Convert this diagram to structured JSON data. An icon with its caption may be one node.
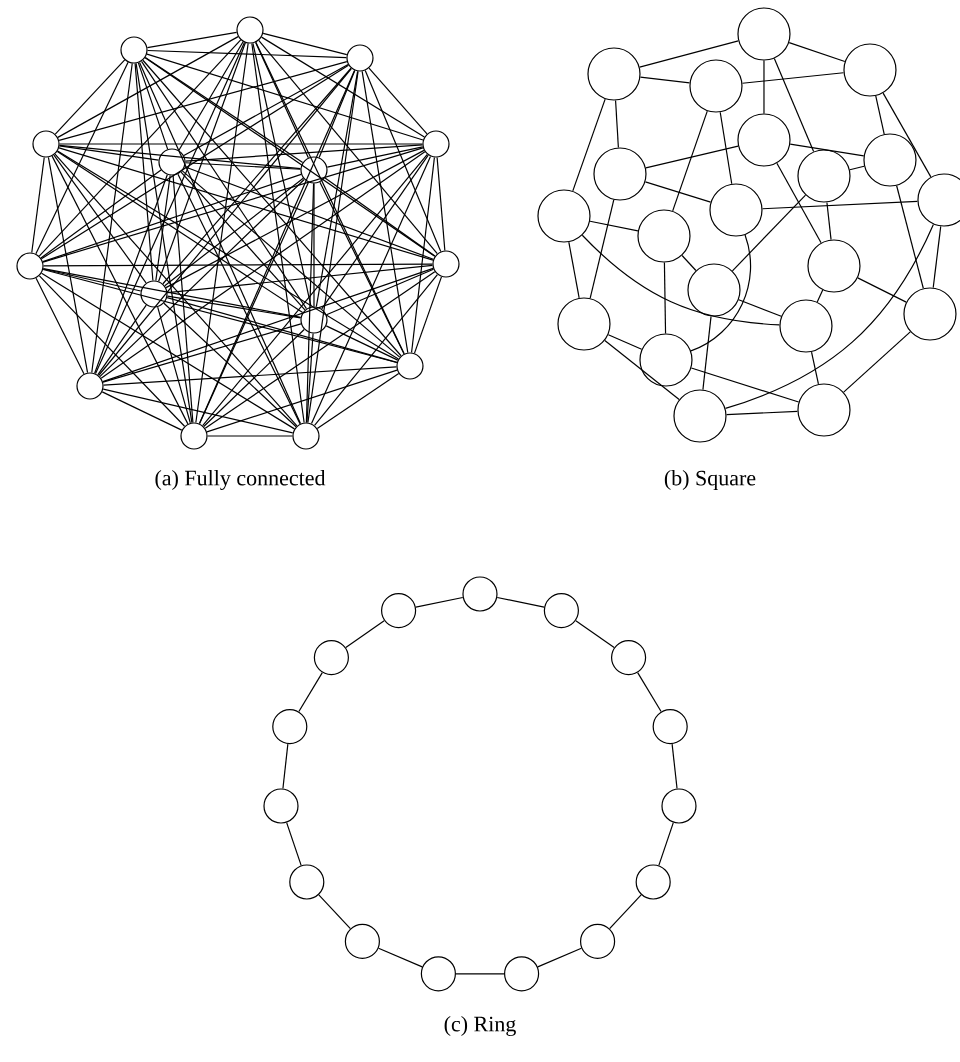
{
  "diagram": {
    "nodes": [
      {
        "text": [],
        "shape": "circle"
      },
      {
        "text": [],
        "shape": "circle"
      },
      {
        "text": [],
        "shape": "circle"
      },
      {
        "text": [],
        "shape": "circle"
      },
      {
        "text": [],
        "shape": "circle"
      },
      {
        "text": [],
        "shape": "circle"
      },
      {
        "text": [],
        "shape": "circle"
      },
      {
        "text": [],
        "shape": "circle"
      },
      {
        "text": [],
        "shape": "circle"
      },
      {
        "text": [],
        "shape": "circle"
      },
      {
        "text": [],
        "shape": "circle"
      },
      {
        "text": [],
        "shape": "circle"
      },
      {
        "text": [],
        "shape": "circle"
      },
      {
        "text": [],
        "shape": "circle"
      },
      {
        "text": [],
        "shape": "circle"
      },
      {
        "text": [],
        "shape": "circle"
      },
      {
        "text": [],
        "shape": "circle"
      },
      {
        "text": [],
        "shape": "circle"
      },
      {
        "text": [],
        "shape": "circle"
      },
      {
        "text": [],
        "shape": "circle"
      },
      {
        "text": [],
        "shape": "circle"
      },
      {
        "text": [],
        "shape": "circle"
      },
      {
        "text": [],
        "shape": "circle"
      },
      {
        "text": [],
        "shape": "circle"
      },
      {
        "text": [],
        "shape": "circle"
      },
      {
        "text": [],
        "shape": "circle"
      },
      {
        "text": [],
        "shape": "circle"
      },
      {
        "text": [],
        "shape": "circle"
      },
      {
        "text": [],
        "shape": "circle"
      },
      {
        "text": [],
        "shape": "circle"
      },
      {
        "text": [],
        "shape": "circle"
      },
      {
        "text": [],
        "shape": "circle"
      },
      {
        "text": [],
        "shape": "circle"
      },
      {
        "text": [],
        "shape": "circle"
      },
      {
        "text": [],
        "shape": "circle"
      },
      {
        "text": [],
        "shape": "circle"
      },
      {
        "text": [],
        "shape": "circle"
      },
      {
        "text": [],
        "shape": "circle"
      },
      {
        "text": [],
        "shape": "circle"
      },
      {
        "text": [],
        "shape": "circle"
      },
      {
        "text": [],
        "shape": "circle"
      },
      {
        "text": [],
        "shape": "circle"
      },
      {
        "text": [],
        "shape": "circle"
      },
      {
        "text": [],
        "shape": "circle"
      },
      {
        "text": [],
        "shape": "circle"
      },
      {
        "text": [],
        "shape": "circle"
      },
      {
        "text": [],
        "shape": "circle"
      },
      {
        "text": [],
        "shape": "circle"
      },
      {
        "text": [],
        "shape": "circle"
      },
      {
        "text": [],
        "shape": "circle"
      }
    ],
    "edges": [
      {
        "from": 0,
        "to": 1,
        "arrow": "none"
      },
      {
        "from": 0,
        "to": 2,
        "arrow": "none"
      },
      {
        "from": 0,
        "to": 3,
        "arrow": "none"
      },
      {
        "from": 0,
        "to": 4,
        "arrow": "none"
      },
      {
        "from": 0,
        "to": 5,
        "arrow": "none"
      },
      {
        "from": 0,
        "to": 6,
        "arrow": "none"
      },
      {
        "from": 0,
        "to": 7,
        "arrow": "none"
      },
      {
        "from": 0,
        "to": 8,
        "arrow": "none"
      },
      {
        "from": 0,
        "to": 9,
        "arrow": "none"
      },
      {
        "from": 0,
        "to": 10,
        "arrow": "none"
      },
      {
        "from": 0,
        "to": 11,
        "arrow": "none"
      },
      {
        "from": 0,
        "to": 12,
        "arrow": "none"
      },
      {
        "from": 0,
        "to": 13,
        "arrow": "none"
      },
      {
        "from": 0,
        "to": 14,
        "arrow": "none"
      },
      {
        "from": 1,
        "to": 2,
        "arrow": "none"
      },
      {
        "from": 1,
        "to": 3,
        "arrow": "none"
      },
      {
        "from": 1,
        "to": 4,
        "arrow": "none"
      },
      {
        "from": 1,
        "to": 5,
        "arrow": "none"
      },
      {
        "from": 1,
        "to": 6,
        "arrow": "none"
      },
      {
        "from": 1,
        "to": 7,
        "arrow": "none"
      },
      {
        "from": 1,
        "to": 8,
        "arrow": "none"
      },
      {
        "from": 1,
        "to": 9,
        "arrow": "none"
      },
      {
        "from": 1,
        "to": 10,
        "arrow": "none"
      },
      {
        "from": 1,
        "to": 11,
        "arrow": "none"
      },
      {
        "from": 1,
        "to": 12,
        "arrow": "none"
      },
      {
        "from": 1,
        "to": 13,
        "arrow": "none"
      },
      {
        "from": 1,
        "to": 14,
        "arrow": "none"
      },
      {
        "from": 2,
        "to": 3,
        "arrow": "none"
      },
      {
        "from": 2,
        "to": 4,
        "arrow": "none"
      },
      {
        "from": 2,
        "to": 5,
        "arrow": "none"
      },
      {
        "from": 2,
        "to": 6,
        "arrow": "none"
      },
      {
        "from": 2,
        "to": 7,
        "arrow": "none"
      },
      {
        "from": 2,
        "to": 8,
        "arrow": "none"
      },
      {
        "from": 2,
        "to": 9,
        "arrow": "none"
      },
      {
        "from": 2,
        "to": 10,
        "arrow": "none"
      },
      {
        "from": 2,
        "to": 11,
        "arrow": "none"
      },
      {
        "from": 2,
        "to": 12,
        "arrow": "none"
      },
      {
        "from": 2,
        "to": 13,
        "arrow": "none"
      },
      {
        "from": 2,
        "to": 14,
        "arrow": "none"
      },
      {
        "from": 3,
        "to": 4,
        "arrow": "none"
      },
      {
        "from": 3,
        "to": 5,
        "arrow": "none"
      },
      {
        "from": 3,
        "to": 6,
        "arrow": "none"
      },
      {
        "from": 3,
        "to": 7,
        "arrow": "none"
      },
      {
        "from": 3,
        "to": 8,
        "arrow": "none"
      },
      {
        "from": 3,
        "to": 9,
        "arrow": "none"
      },
      {
        "from": 3,
        "to": 10,
        "arrow": "none"
      },
      {
        "from": 3,
        "to": 11,
        "arrow": "none"
      },
      {
        "from": 3,
        "to": 12,
        "arrow": "none"
      },
      {
        "from": 3,
        "to": 13,
        "arrow": "none"
      },
      {
        "from": 3,
        "to": 14,
        "arrow": "none"
      },
      {
        "from": 4,
        "to": 5,
        "arrow": "none"
      },
      {
        "from": 4,
        "to": 6,
        "arrow": "none"
      },
      {
        "from": 4,
        "to": 7,
        "arrow": "none"
      },
      {
        "from": 4,
        "to": 8,
        "arrow": "none"
      },
      {
        "from": 4,
        "to": 9,
        "arrow": "none"
      },
      {
        "from": 4,
        "to": 10,
        "arrow": "none"
      },
      {
        "from": 4,
        "to": 11,
        "arrow": "none"
      },
      {
        "from": 4,
        "to": 12,
        "arrow": "none"
      },
      {
        "from": 4,
        "to": 13,
        "arrow": "none"
      },
      {
        "from": 4,
        "to": 14,
        "arrow": "none"
      },
      {
        "from": 5,
        "to": 6,
        "arrow": "none"
      },
      {
        "from": 5,
        "to": 7,
        "arrow": "none"
      },
      {
        "from": 5,
        "to": 8,
        "arrow": "none"
      },
      {
        "from": 5,
        "to": 9,
        "arrow": "none"
      },
      {
        "from": 5,
        "to": 10,
        "arrow": "none"
      },
      {
        "from": 5,
        "to": 11,
        "arrow": "none"
      },
      {
        "from": 5,
        "to": 12,
        "arrow": "none"
      },
      {
        "from": 5,
        "to": 13,
        "arrow": "none"
      },
      {
        "from": 5,
        "to": 14,
        "arrow": "none"
      },
      {
        "from": 6,
        "to": 7,
        "arrow": "none"
      },
      {
        "from": 6,
        "to": 8,
        "arrow": "none"
      },
      {
        "from": 6,
        "to": 9,
        "arrow": "none"
      },
      {
        "from": 6,
        "to": 10,
        "arrow": "none"
      },
      {
        "from": 6,
        "to": 11,
        "arrow": "none"
      },
      {
        "from": 6,
        "to": 12,
        "arrow": "none"
      },
      {
        "from": 6,
        "to": 13,
        "arrow": "none"
      },
      {
        "from": 6,
        "to": 14,
        "arrow": "none"
      },
      {
        "from": 7,
        "to": 8,
        "arrow": "none"
      },
      {
        "from": 7,
        "to": 9,
        "arrow": "none"
      },
      {
        "from": 7,
        "to": 10,
        "arrow": "none"
      },
      {
        "from": 7,
        "to": 11,
        "arrow": "none"
      },
      {
        "from": 7,
        "to": 12,
        "arrow": "none"
      },
      {
        "from": 7,
        "to": 13,
        "arrow": "none"
      },
      {
        "from": 7,
        "to": 14,
        "arrow": "none"
      },
      {
        "from": 8,
        "to": 9,
        "arrow": "none"
      },
      {
        "from": 8,
        "to": 10,
        "arrow": "none"
      },
      {
        "from": 8,
        "to": 11,
        "arrow": "none"
      },
      {
        "from": 8,
        "to": 12,
        "arrow": "none"
      },
      {
        "from": 8,
        "to": 13,
        "arrow": "none"
      },
      {
        "from": 8,
        "to": 14,
        "arrow": "none"
      },
      {
        "from": 9,
        "to": 10,
        "arrow": "none"
      },
      {
        "from": 9,
        "to": 11,
        "arrow": "none"
      },
      {
        "from": 9,
        "to": 12,
        "arrow": "none"
      },
      {
        "from": 9,
        "to": 13,
        "arrow": "none"
      },
      {
        "from": 9,
        "to": 14,
        "arrow": "none"
      },
      {
        "from": 10,
        "to": 11,
        "arrow": "none"
      },
      {
        "from": 10,
        "to": 12,
        "arrow": "none"
      },
      {
        "from": 10,
        "to": 13,
        "arrow": "none"
      },
      {
        "from": 10,
        "to": 14,
        "arrow": "none"
      },
      {
        "from": 11,
        "to": 12,
        "arrow": "none"
      },
      {
        "from": 11,
        "to": 13,
        "arrow": "none"
      },
      {
        "from": 11,
        "to": 14,
        "arrow": "none"
      },
      {
        "from": 12,
        "to": 13,
        "arrow": "none"
      },
      {
        "from": 12,
        "to": 14,
        "arrow": "none"
      },
      {
        "from": 13,
        "to": 14,
        "arrow": "none"
      },
      {
        "from": 15,
        "to": 16,
        "arrow": "none"
      },
      {
        "from": 15,
        "to": 18,
        "arrow": "none"
      },
      {
        "from": 15,
        "to": 19,
        "arrow": "none"
      },
      {
        "from": 15,
        "to": 22,
        "arrow": "none"
      },
      {
        "from": 16,
        "to": 17,
        "arrow": "none"
      },
      {
        "from": 16,
        "to": 20,
        "arrow": "none"
      },
      {
        "from": 16,
        "to": 23,
        "arrow": "none"
      },
      {
        "from": 17,
        "to": 18,
        "arrow": "none"
      },
      {
        "from": 17,
        "to": 26,
        "arrow": "none"
      },
      {
        "from": 17,
        "to": 24,
        "arrow": "none"
      },
      {
        "from": 18,
        "to": 21,
        "arrow": "none"
      },
      {
        "from": 18,
        "to": 25,
        "arrow": "none"
      },
      {
        "from": 19,
        "to": 21,
        "arrow": "none"
      },
      {
        "from": 19,
        "to": 27,
        "arrow": "none"
      },
      {
        "from": 19,
        "to": 20,
        "arrow": "none"
      },
      {
        "from": 20,
        "to": 24,
        "arrow": "none"
      },
      {
        "from": 20,
        "to": 29,
        "arrow": "none"
      },
      {
        "from": 21,
        "to": 30,
        "arrow": "none"
      },
      {
        "from": 21,
        "to": 22,
        "arrow": "none"
      },
      {
        "from": 22,
        "to": 27,
        "arrow": "none"
      },
      {
        "from": 22,
        "to": 28,
        "arrow": "none"
      },
      {
        "from": 23,
        "to": 26,
        "arrow": "none"
      },
      {
        "from": 23,
        "to": 29,
        "arrow": "none"
      },
      {
        "from": 23,
        "to": 31,
        "arrow": "none"
      },
      {
        "from": 24,
        "to": 25,
        "arrow": "none"
      },
      {
        "from": 24,
        "to": 32,
        "arrow": "none"
      },
      {
        "from": 25,
        "to": 33,
        "arrow": "none"
      },
      {
        "from": 25,
        "to": 30,
        "arrow": "none"
      },
      {
        "from": 26,
        "to": 28,
        "arrow": "none"
      },
      {
        "from": 26,
        "to": 32,
        "arrow": "none"
      },
      {
        "from": 27,
        "to": 30,
        "arrow": "none"
      },
      {
        "from": 27,
        "to": 31,
        "arrow": "none"
      },
      {
        "from": 28,
        "to": 31,
        "arrow": "none"
      },
      {
        "from": 28,
        "to": 33,
        "arrow": "none"
      },
      {
        "from": 29,
        "to": 32,
        "arrow": "none"
      },
      {
        "from": 29,
        "to": 33,
        "arrow": "none"
      },
      {
        "from": 30,
        "to": 34,
        "arrow": "none"
      },
      {
        "from": 31,
        "to": 34,
        "arrow": "none"
      },
      {
        "from": 32,
        "to": 34,
        "arrow": "none"
      },
      {
        "from": 33,
        "to": 34,
        "arrow": "none"
      },
      {
        "from": 35,
        "to": 36,
        "arrow": "none"
      },
      {
        "from": 36,
        "to": 37,
        "arrow": "none"
      },
      {
        "from": 37,
        "to": 38,
        "arrow": "none"
      },
      {
        "from": 38,
        "to": 39,
        "arrow": "none"
      },
      {
        "from": 39,
        "to": 40,
        "arrow": "none"
      },
      {
        "from": 40,
        "to": 41,
        "arrow": "none"
      },
      {
        "from": 41,
        "to": 42,
        "arrow": "none"
      },
      {
        "from": 42,
        "to": 43,
        "arrow": "none"
      },
      {
        "from": 43,
        "to": 44,
        "arrow": "none"
      },
      {
        "from": 44,
        "to": 45,
        "arrow": "none"
      },
      {
        "from": 45,
        "to": 46,
        "arrow": "none"
      },
      {
        "from": 46,
        "to": 47,
        "arrow": "none"
      },
      {
        "from": 47,
        "to": 48,
        "arrow": "none"
      },
      {
        "from": 48,
        "to": 49,
        "arrow": "none"
      },
      {
        "from": 49,
        "to": 35,
        "arrow": "none"
      }
    ],
    "labels": [
      "(a) Fully connected",
      "(b) Square",
      "(c) Ring"
    ]
  }
}
